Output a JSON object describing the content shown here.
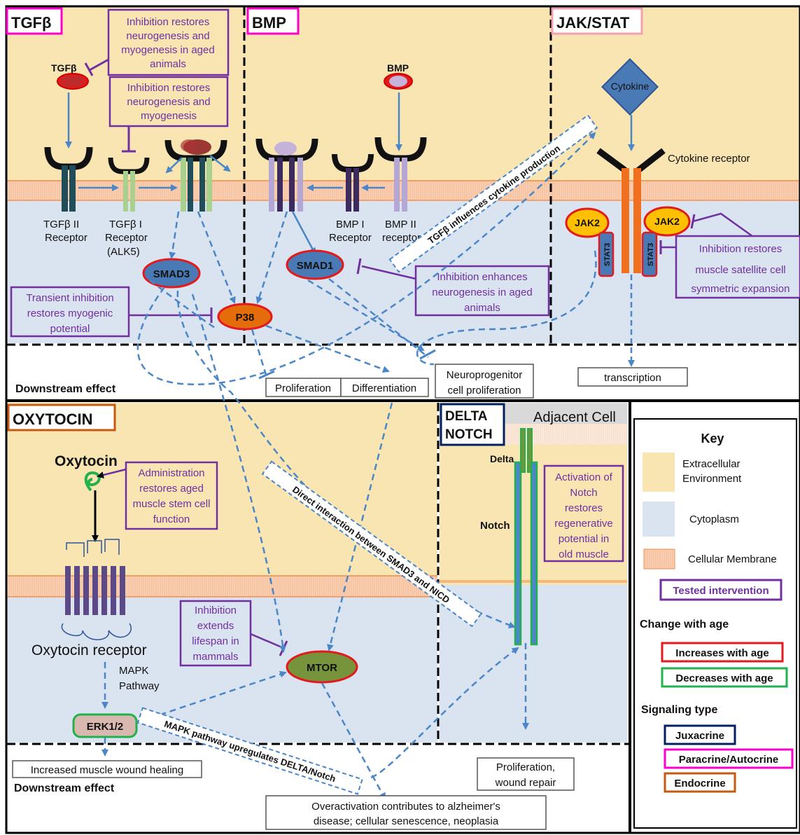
{
  "panels": {
    "tgfb": {
      "title": "TGFβ",
      "color": "#ff00cc"
    },
    "bmp": {
      "title": "BMP",
      "color": "#ff00cc"
    },
    "jakstat": {
      "title": "JAK/STAT",
      "color": "#f4a0b0"
    },
    "oxytocin": {
      "title": "OXYTOCIN",
      "color": "#c55a11"
    },
    "deltanotch": {
      "title_line1": "DELTA",
      "title_line2": "NOTCH",
      "color": "#002060"
    }
  },
  "ligands": {
    "tgfb": "TGFβ",
    "bmp": "BMP",
    "cytokine": "Cytokine",
    "oxytocin": "Oxytocin"
  },
  "receptors": {
    "tgfb_ii": [
      "TGFβ II",
      "Receptor"
    ],
    "tgfb_i": [
      "TGFβ I",
      "Receptor",
      "(ALK5)"
    ],
    "bmp_i": [
      "BMP I",
      "Receptor"
    ],
    "bmp_ii": [
      "BMP II",
      "receptor"
    ],
    "cytokine_receptor": "Cytokine receptor",
    "oxytocin_receptor": "Oxytocin receptor",
    "mapk": [
      "MAPK",
      "Pathway"
    ],
    "adjacent_cell": "Adjacent Cell",
    "delta": "Delta",
    "notch": "Notch"
  },
  "nodes": {
    "smad3": "SMAD3",
    "smad1": "SMAD1",
    "p38": "P38",
    "jak2_left": "JAK2",
    "jak2_right": "JAK2",
    "stat3": "STAT3",
    "mtor": "MTOR",
    "erk": "ERK1/2"
  },
  "interventions": {
    "tgfb_aged": [
      "Inhibition restores",
      "neurogenesis and",
      "myogenesis in aged",
      "animals"
    ],
    "tgfb_i": [
      "Inhibition restores",
      "neurogenesis and",
      "myogenesis"
    ],
    "p38": [
      "Transient inhibition",
      "restores myogenic",
      "potential"
    ],
    "smad1": [
      "Inhibition enhances",
      "neurogenesis in aged",
      "animals"
    ],
    "jak": [
      "Inhibition restores",
      "muscle satellite cell",
      "symmetric expansion"
    ],
    "oxytocin": [
      "Administration",
      "restores aged",
      "muscle stem cell",
      "function"
    ],
    "mtor": [
      "Inhibition",
      "extends",
      "lifespan in",
      "mammals"
    ],
    "notch": [
      "Activation of",
      "Notch",
      "restores",
      "regenerative",
      "potential in",
      "old muscle"
    ]
  },
  "connector_labels": {
    "cytokine_production": "TGFβ influences cytokine production",
    "smad3_nicd": "Direct interaction between SMAD3 and NICD",
    "mapk_delta": "MAPK pathway upregulates DELTA/Notch"
  },
  "outcomes": {
    "downstream_top": "Downstream effect",
    "downstream_bottom": "Downstream effect",
    "proliferation": "Proliferation",
    "differentiation": "Differentiation",
    "neuroprogenitor": [
      "Neuroprogenitor",
      "cell proliferation"
    ],
    "transcription": "transcription",
    "wound_healing": "Increased muscle wound healing",
    "prolif_repair": [
      "Proliferation,",
      "wound repair"
    ],
    "alzheimers": [
      "Overactivation contributes to alzheimer's",
      "disease; cellular senescence, neoplasia"
    ]
  },
  "key": {
    "title": "Key",
    "extracellular": [
      "Extracellular",
      "Environment"
    ],
    "cytoplasm": "Cytoplasm",
    "membrane": "Cellular Membrane",
    "tested": "Tested intervention",
    "change_title": "Change with age",
    "increases": "Increases with age",
    "decreases": "Decreases with age",
    "signaling_title": "Signaling type",
    "juxacrine": "Juxacrine",
    "paracrine": "Paracrine/Autocrine",
    "endocrine": "Endocrine"
  },
  "colors": {
    "extracellular": "#f9e5b2",
    "cytoplasm": "#dae3f0",
    "membrane": "#fbd3b8",
    "arrow": "#4a86c8",
    "intervention": "#7030a0",
    "increase": "#e31a1c",
    "decrease": "#22b14c",
    "node_fill": "#4a7ab5",
    "p38_fill": "#e46c0a",
    "jak_fill": "#ffc000",
    "mtor_fill": "#77933c",
    "erk_fill": "#d9b8b0"
  }
}
